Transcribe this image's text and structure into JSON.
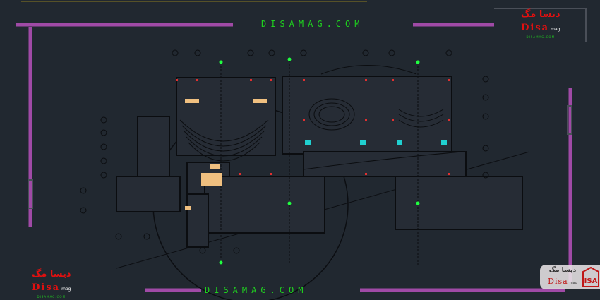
{
  "watermark": {
    "top_text": "DISAMAG.COM",
    "bottom_text": "DISAMAG.COM"
  },
  "logo": {
    "arabic": "دیسا مگ",
    "name": "Disa",
    "suffix": "mag",
    "url": "DISAMAG.COM"
  },
  "badge": {
    "arabic": "دیسا مگ",
    "name": "Disa",
    "suffix": "mag",
    "emblem": "ISA"
  },
  "colors": {
    "background": "#212830",
    "frame": "#a04aa6",
    "watermark": "#1fd11f",
    "brand": "#e01010",
    "walls": "#0b0d10",
    "column": "#e03030",
    "furniture": "#f0c080",
    "fixture": "#20d0d0"
  }
}
